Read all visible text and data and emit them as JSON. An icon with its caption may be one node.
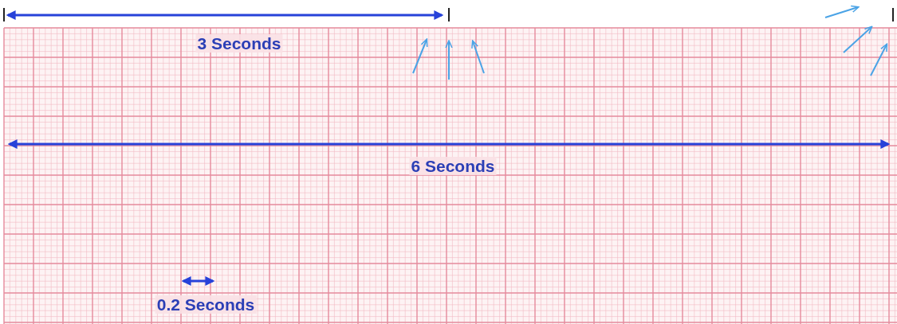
{
  "diagram": {
    "labels": [
      "3 Seconds",
      "6 Seconds",
      "0.2 Seconds"
    ]
  }
}
